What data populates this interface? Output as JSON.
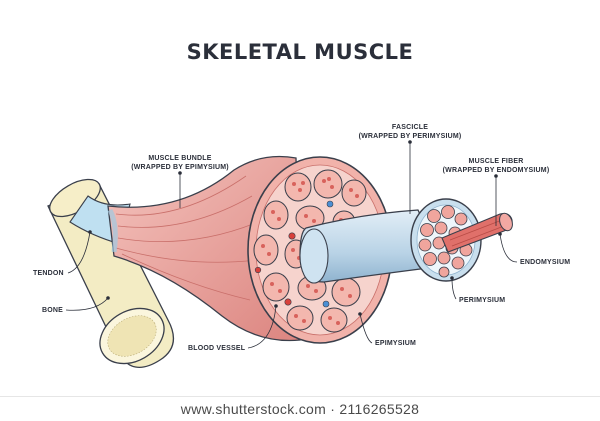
{
  "title": "SKELETAL MUSCLE",
  "labels": {
    "muscle_bundle": "MUSCLE BUNDLE",
    "muscle_bundle_sub": "(WRAPPED BY EPIMYSIUM)",
    "fascicle": "FASCICLE",
    "fascicle_sub": "(WRAPPED BY PERIMYSIUM)",
    "muscle_fiber": "MUSCLE FIBER",
    "muscle_fiber_sub": "(WRAPPED BY ENDOMYSIUM)",
    "tendon": "TENDON",
    "bone": "BONE",
    "blood_vessel": "BLOOD VESSEL",
    "epimysium": "EPIMYSIUM",
    "perimysium": "PERIMYSIUM",
    "endomysium": "ENDOMYSIUM"
  },
  "watermark": "www.shutterstock.com · 2116265528",
  "colors": {
    "outline": "#3a3f4b",
    "bone": "#f3ecc4",
    "tendon": "#cfe6f2",
    "muscle": "#e7a29b",
    "muscle_dark": "#c96f6a",
    "fascicle_fill": "#f3b7ae",
    "connective": "#b9d3e6",
    "blood_red": "#d8403b",
    "blood_blue": "#4c8fd4"
  }
}
